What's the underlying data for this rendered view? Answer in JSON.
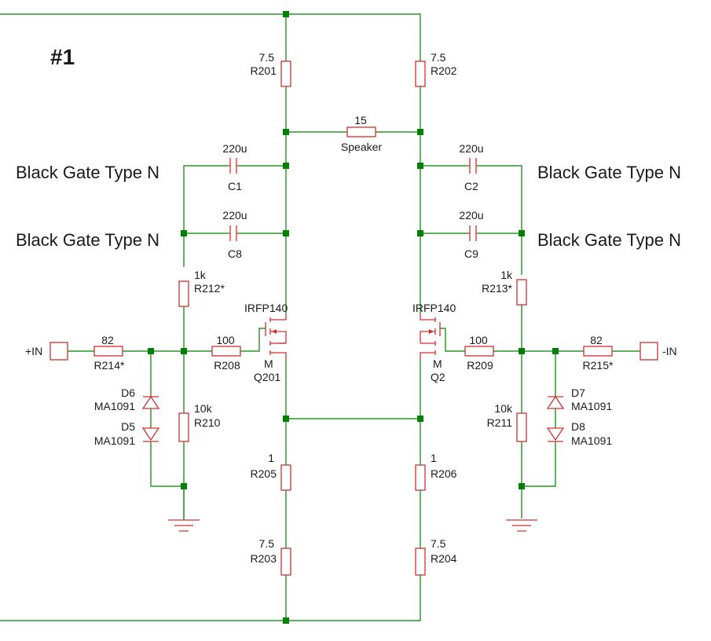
{
  "title": "#1",
  "annotations": {
    "c1": "Black Gate Type N",
    "c8": "Black Gate Type N",
    "c2": "Black Gate Type N",
    "c9": "Black Gate Type N"
  },
  "ports": {
    "in_plus": "+IN",
    "in_minus": "-IN"
  },
  "components": {
    "r201": {
      "value": "7.5",
      "ref": "R201"
    },
    "r202": {
      "value": "7.5",
      "ref": "R202"
    },
    "speaker": {
      "value": "15",
      "ref": "Speaker"
    },
    "c1": {
      "value": "220u",
      "ref": "C1"
    },
    "c8": {
      "value": "220u",
      "ref": "C8"
    },
    "c2": {
      "value": "220u",
      "ref": "C2"
    },
    "c9": {
      "value": "220u",
      "ref": "C9"
    },
    "r212": {
      "value": "1k",
      "ref": "R212*"
    },
    "r213": {
      "value": "1k",
      "ref": "R213*"
    },
    "q201": {
      "part": "IRFP140",
      "type": "M",
      "ref": "Q201"
    },
    "q2": {
      "part": "IRFP140",
      "type": "M",
      "ref": "Q2"
    },
    "r214": {
      "value": "82",
      "ref": "R214*"
    },
    "r215": {
      "value": "82",
      "ref": "R215*"
    },
    "r208": {
      "value": "100",
      "ref": "R208"
    },
    "r209": {
      "value": "100",
      "ref": "R209"
    },
    "d6": {
      "ref": "D6",
      "part": "MA1091"
    },
    "d5": {
      "ref": "D5",
      "part": "MA1091"
    },
    "d7": {
      "ref": "D7",
      "part": "MA1091"
    },
    "d8": {
      "ref": "D8",
      "part": "MA1091"
    },
    "r210": {
      "value": "10k",
      "ref": "R210"
    },
    "r211": {
      "value": "10k",
      "ref": "R211"
    },
    "r205": {
      "value": "1",
      "ref": "R205"
    },
    "r206": {
      "value": "1",
      "ref": "R206"
    },
    "r203": {
      "value": "7.5",
      "ref": "R203"
    },
    "r204": {
      "value": "7.5",
      "ref": "R204"
    }
  },
  "colors": {
    "wire": "#008000",
    "component": "#d03030",
    "text": "#1a1a1a"
  }
}
